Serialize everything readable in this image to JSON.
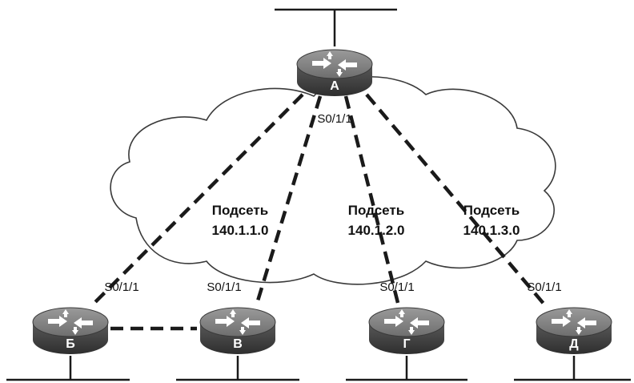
{
  "colors": {
    "router_body": "#4a4a4a",
    "cloud_stroke": "#3a3a3a",
    "link": "#1a1a1a"
  },
  "routers": {
    "a": {
      "name": "А",
      "interface": "S0/1/1"
    },
    "b": {
      "name": "Б",
      "interface": "S0/1/1"
    },
    "v": {
      "name": "В",
      "interface": "S0/1/1"
    },
    "g": {
      "name": "Г",
      "interface": "S0/1/1"
    },
    "d": {
      "name": "Д",
      "interface": "S0/1/1"
    }
  },
  "subnets": [
    {
      "title": "Подсеть",
      "address": "140.1.1.0"
    },
    {
      "title": "Подсеть",
      "address": "140.1.2.0"
    },
    {
      "title": "Подсеть",
      "address": "140.1.3.0"
    }
  ]
}
